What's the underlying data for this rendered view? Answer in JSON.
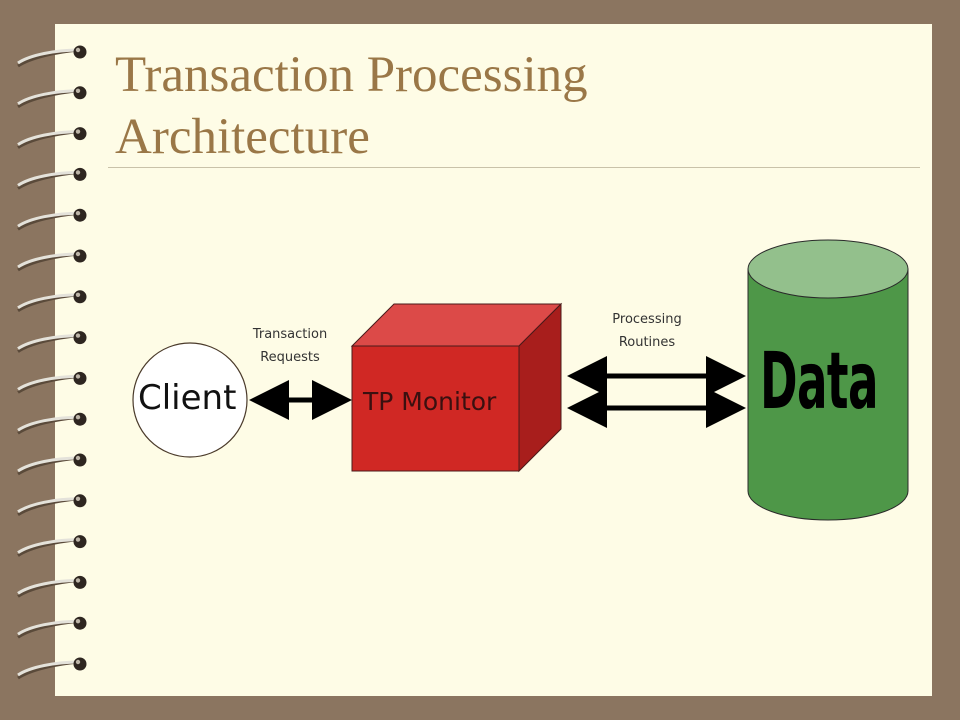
{
  "slide": {
    "title_line1": "Transaction Processing",
    "title_line2": "Architecture"
  },
  "diagram": {
    "client": {
      "label": "Client"
    },
    "tp_monitor": {
      "label": "TP Monitor"
    },
    "data_store": {
      "label": "Data"
    },
    "transaction_requests": {
      "line1": "Transaction",
      "line2": "Requests"
    },
    "processing_routines": {
      "line1": "Processing",
      "line2": "Routines"
    }
  },
  "colors": {
    "frame": "#8b7560",
    "page": "#fefce6",
    "title": "#9a7747",
    "tp_front": "#d02824",
    "tp_top": "#dc4a48",
    "tp_side": "#a81e1c",
    "cylinder_body": "#4e9748",
    "cylinder_top": "#93c08c"
  },
  "icons": [
    "spiral-binding-ring",
    "double-arrow"
  ]
}
